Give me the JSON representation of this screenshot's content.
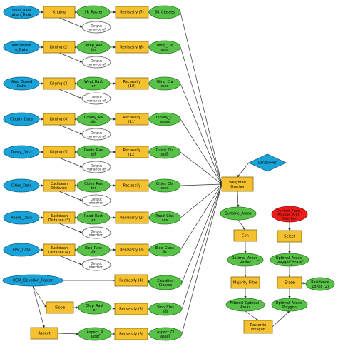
{
  "rows": [
    {
      "input": "Solar_Radi\nation_Data",
      "tool": "Kriging",
      "raster": "SR_Raster",
      "output_note": "Output\nvariance of",
      "reclass": "Reclassify (7)",
      "classes": "SR_Classes"
    },
    {
      "input": "Temperatur\ne_Data",
      "tool": "Kriging (2)",
      "raster": "Temp_Ras\nter",
      "output_note": "Output\nvariance of",
      "reclass": "Reclassify (8)",
      "classes": "Temp_Cla\nsses"
    },
    {
      "input": "Wind_Speed\nData",
      "tool": "Kriging (3)",
      "raster": "Wind_Rast\ner",
      "output_note": "Output\nvariance of",
      "reclass": "Reclassify\n(10)",
      "classes": "Wind_Cla\nsses"
    },
    {
      "input": "Cloudy_Data",
      "tool": "Kriging (4)",
      "raster": "Cloudy_Ra\nster",
      "output_note": "Output\nvariance of",
      "reclass": "Reclassify\n(11)",
      "classes": "Cloudy_Cl\nasses"
    },
    {
      "input": "Dusty_Data",
      "tool": "Kriging (5)",
      "raster": "Dusty_Ras\nter",
      "output_note": "Output\nvariance of",
      "reclass": "Reclassify\n(12)",
      "classes": "Dusty_Cla\nsses"
    },
    {
      "input": "Cities_Data",
      "tool": "Euclidean\nDistance",
      "raster": "Cities_Ras\nter",
      "output_note": "Output\ndirection",
      "reclass": "Reclassify",
      "classes": "Cities_Cla\nsses"
    },
    {
      "input": "Roads_Data",
      "tool": "Euclidean\nDistance (3)",
      "raster": "Road_Rast\ner",
      "output_note": "Output\ndirection",
      "reclass": "Reclassify (2)",
      "classes": "Road_Clas\nses"
    },
    {
      "input": "Elec_Data",
      "tool": "Euclidean\nDistance (4)",
      "raster": "Elec_Rast\ner",
      "output_note": "Output\ndirection",
      "reclass": "Reclassify (3)",
      "classes": "Elec_Class\nes"
    }
  ],
  "dem": {
    "input": "DEM_Elevation_Raster",
    "reclass_direct": "Reclassify (4)",
    "elevation_classes": "Elevation\nClasses",
    "slope": "Slope",
    "slope_raster": "Slop_Rast\ner",
    "slope_reclass": "Reclassify (5)",
    "slope_classes": "Slop_Clas\nses",
    "aspect": "Aspect",
    "aspect_raster": "Aspect_R\naster",
    "aspect_reclass": "Reclassify (6)",
    "aspect_classes": "Aspect_Cl\nasses"
  },
  "overlay": {
    "weighted_overlay": "Weighted\nOverlay",
    "landcover": "Landcover",
    "suitable_areas": "Suitable_Areas",
    "con": "Con",
    "optimal_areas_raster": "Optimal_Areas_\nRaster",
    "majority_filter": "Majority Filter",
    "filtered_optimal_areas": "Filtered_Optimal_\nAreas",
    "raster_to_polygon": "Raster to\nPolygon",
    "optimal_areas_polygon": "Optimal_Areas_\nPolygon",
    "optimal_areas_polygon_area_selection": "Optimal_Areas_\nPolygon_Area_\nSelection",
    "select": "Select",
    "optimal_areas_polygon_erase": "Optimal_Areas_\nPolygon_Erase",
    "erase": "Erase",
    "residence_zones": "Residence\nZones (2)"
  },
  "colors": {
    "input_blue": "#1aa3d9",
    "tool_yellow": "#f5c12e",
    "output_green": "#58c248",
    "optional_white": "#ffffff",
    "precondition_red": "#ee1b1b",
    "arrow": "#333333"
  }
}
